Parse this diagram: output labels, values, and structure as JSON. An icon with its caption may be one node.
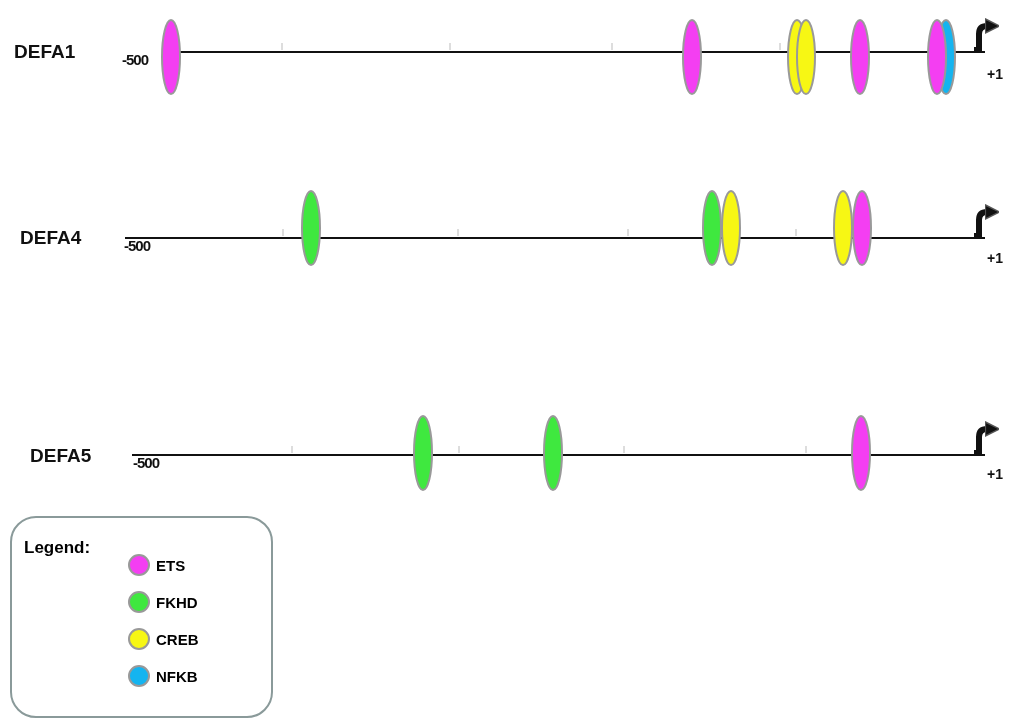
{
  "diagram": {
    "nodes": [
      {
        "text": [
          "Legend:"
        ]
      }
    ],
    "labels": [
      "DEFA1",
      "-500",
      "+1",
      "DEFA4",
      "-500",
      "+1",
      "DEFA5",
      "-500",
      "+1"
    ],
    "legend": [
      {
        "text": "ETS",
        "color": "#f43ef2"
      },
      {
        "text": "FKHD",
        "color": "#3fe83f"
      },
      {
        "text": "CREB",
        "color": "#f7f714"
      },
      {
        "text": "NFKB",
        "color": "#14b4f0"
      }
    ]
  }
}
